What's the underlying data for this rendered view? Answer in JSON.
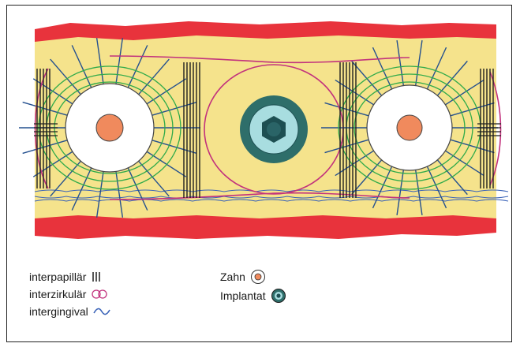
{
  "diagram": {
    "colors": {
      "gingiva_edge": "#e8333c",
      "gingiva_body": "#f5e38c",
      "interpapillary_fiber": "#1f1f1f",
      "intercircular_fiber": "#c2327d",
      "intergingival_fiber": "#3a63b8",
      "circular_fiber_green": "#2eaa4a",
      "transseptal_fiber_blue": "#24508f",
      "tooth_core": "#f08a5d",
      "implant_outer": "#2e6e6a",
      "implant_inner": "#a8dde0",
      "implant_hex": "#1d4f52"
    },
    "legend": {
      "interpapillary": {
        "label": "interpapillär",
        "icon": "triple-vertical-lines-icon"
      },
      "intercircular": {
        "label": "interzirkulär",
        "icon": "double-loop-icon"
      },
      "intergingival": {
        "label": "intergingival",
        "icon": "wave-icon"
      },
      "tooth": {
        "label": "Zahn",
        "icon": "tooth-circle-icon"
      },
      "implant": {
        "label": "Implantat",
        "icon": "implant-circle-icon"
      }
    }
  }
}
